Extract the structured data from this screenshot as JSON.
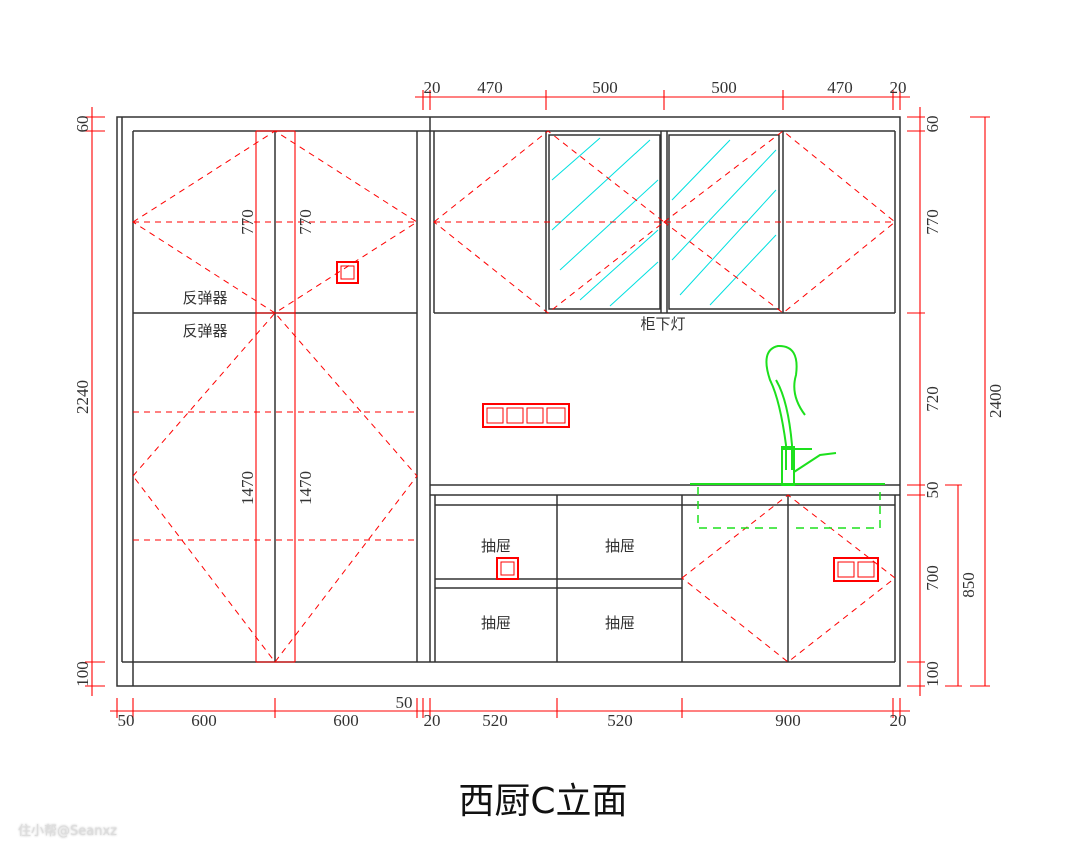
{
  "title": "西厨C立面",
  "watermark": "住小帮@Seanxz",
  "labels": {
    "rebounder_1": "反弹器",
    "rebounder_2": "反弹器",
    "under_cabinet_light": "柜下灯",
    "drawer_1": "抽屉",
    "drawer_2": "抽屉",
    "drawer_3": "抽屉",
    "drawer_4": "抽屉"
  },
  "dims": {
    "top": [
      "20",
      "470",
      "500",
      "500",
      "470",
      "20"
    ],
    "bottom": [
      "50",
      "600",
      "600",
      "50",
      "20",
      "520",
      "520",
      "900",
      "20"
    ],
    "left": [
      "60",
      "2240",
      "100"
    ],
    "right": [
      "60",
      "770",
      "720",
      "50",
      "700",
      "100"
    ],
    "right_base": "850",
    "right_total": "2400",
    "tall_upper": [
      "770",
      "770"
    ],
    "tall_lower": [
      "1470",
      "1470"
    ]
  },
  "colors": {
    "line": "#333333",
    "dimension": "#ff0000",
    "faucet": "#1de01d",
    "glass": "#00e0e0"
  }
}
